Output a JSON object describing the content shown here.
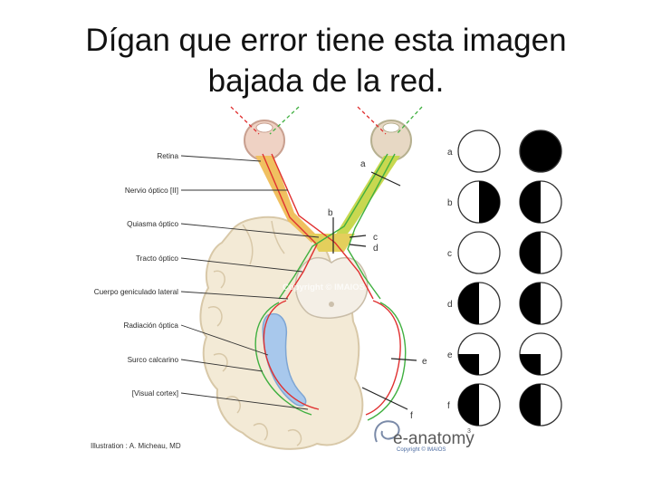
{
  "title": {
    "line1": "Dígan que error tiene esta imagen",
    "line2": "bajada de la red."
  },
  "figure": {
    "labels": [
      "Retina",
      "Nervio óptico [II]",
      "Quiasma óptico",
      "Tracto óptico",
      "Cuerpo geniculado lateral",
      "Radiación óptica",
      "Surco calcarino",
      "[Visual cortex]"
    ],
    "lesion_letters": [
      "a",
      "b",
      "c",
      "d",
      "e",
      "f"
    ],
    "credit": "Illustration : A. Micheau, MD",
    "watermark": "Copyright © IMAIOS",
    "logo": {
      "text": "e-anatomy",
      "superscript": "3",
      "copyright": "Copyright © IMAIOS"
    },
    "colors": {
      "brain": "#f3ead6",
      "brain_outline": "#d8c8a8",
      "nerve_left": "#f0c060",
      "nerve_right": "#c8d850",
      "red_fiber": "#e03030",
      "green_fiber": "#40b040",
      "ventricle": "#a8c8ec"
    }
  },
  "visual_fields": {
    "rows": [
      {
        "letter": "a",
        "left": "full-clear",
        "right": "full-black"
      },
      {
        "letter": "b",
        "left": "right-half-black",
        "right": "left-half-black"
      },
      {
        "letter": "c",
        "left": "full-clear",
        "right": "left-half-black"
      },
      {
        "letter": "d",
        "left": "left-half-black",
        "right": "left-half-black"
      },
      {
        "letter": "e",
        "left": "lower-left-quadrant-black",
        "right": "lower-left-quadrant-black"
      },
      {
        "letter": "f",
        "left": "left-half-black",
        "right": "left-half-black"
      }
    ]
  }
}
